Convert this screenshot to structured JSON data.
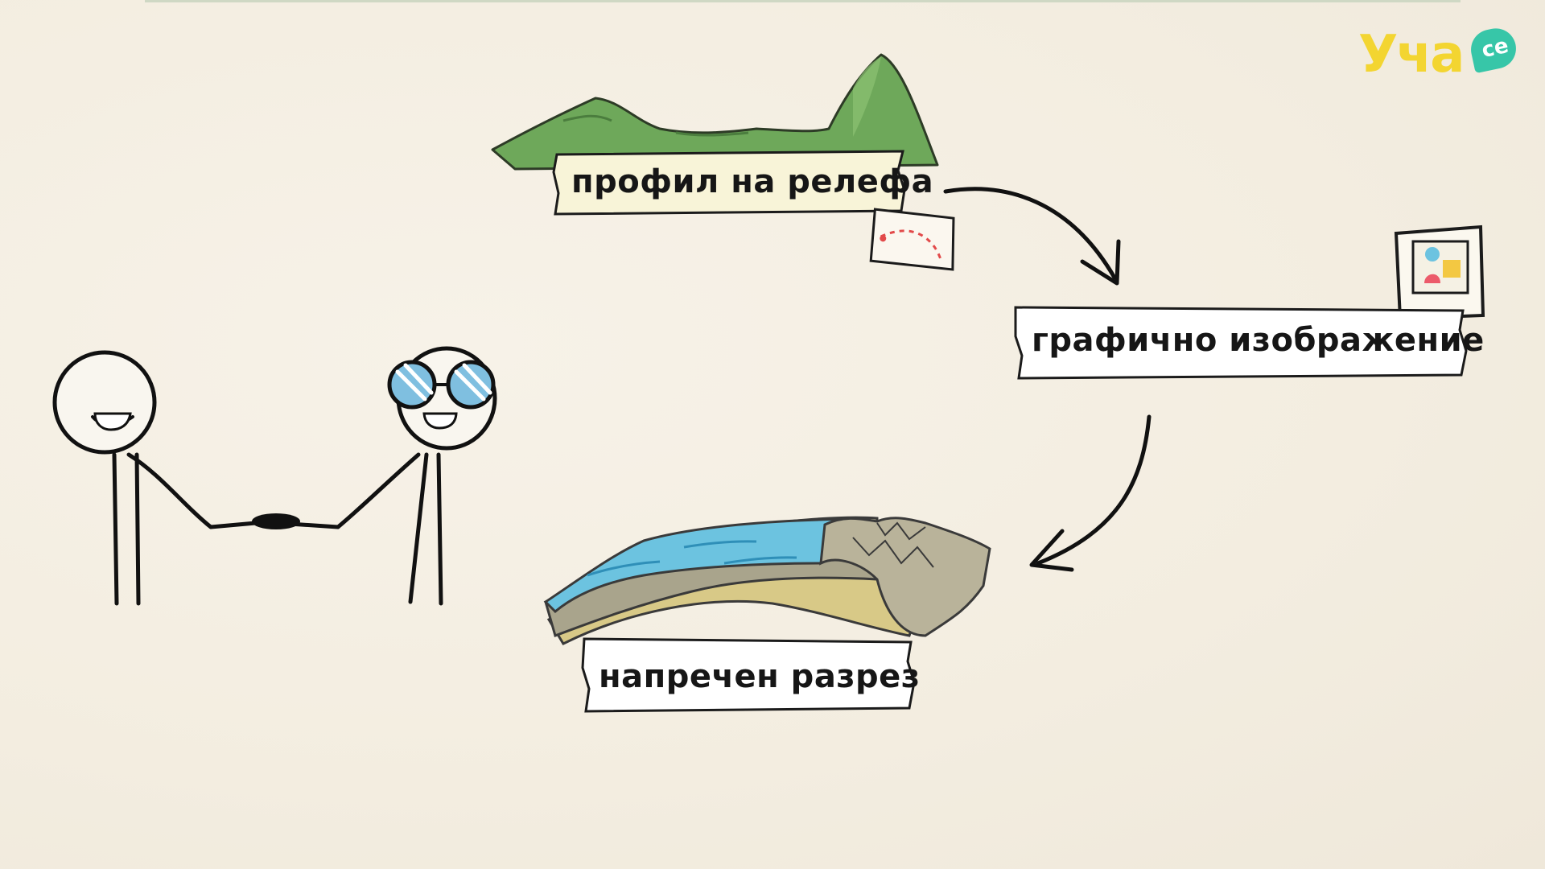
{
  "logo": {
    "main": "Уча",
    "badge": "се",
    "colors": {
      "main": "#f3d531",
      "badge": "#37c6a8"
    }
  },
  "labels": {
    "profile": "профил на релефа",
    "graphic": "графично изображение",
    "section": "напречен разрез"
  },
  "colors": {
    "background": "#f5efe3",
    "mountain": "#6ea85a",
    "water": "#6cc3e0",
    "rock": "#a9a48c",
    "sand": "#d8c987",
    "label_fill": "#f8f4d8",
    "glasses": "#7fbfe0"
  },
  "icons": [
    "mountain-icon",
    "treasure-map-icon",
    "picture-frame-icon",
    "cross-section-icon",
    "arrow-icon",
    "stick-figure-icon"
  ]
}
